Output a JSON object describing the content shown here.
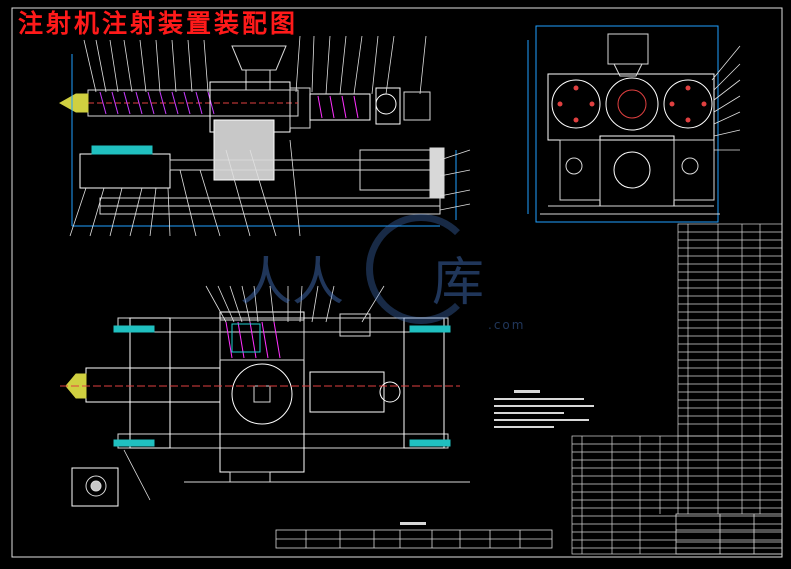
{
  "drawing": {
    "title": "注射机注射装置装配图",
    "watermark": {
      "text_left": "人人",
      "text_right": "库",
      "url": ".com"
    }
  }
}
